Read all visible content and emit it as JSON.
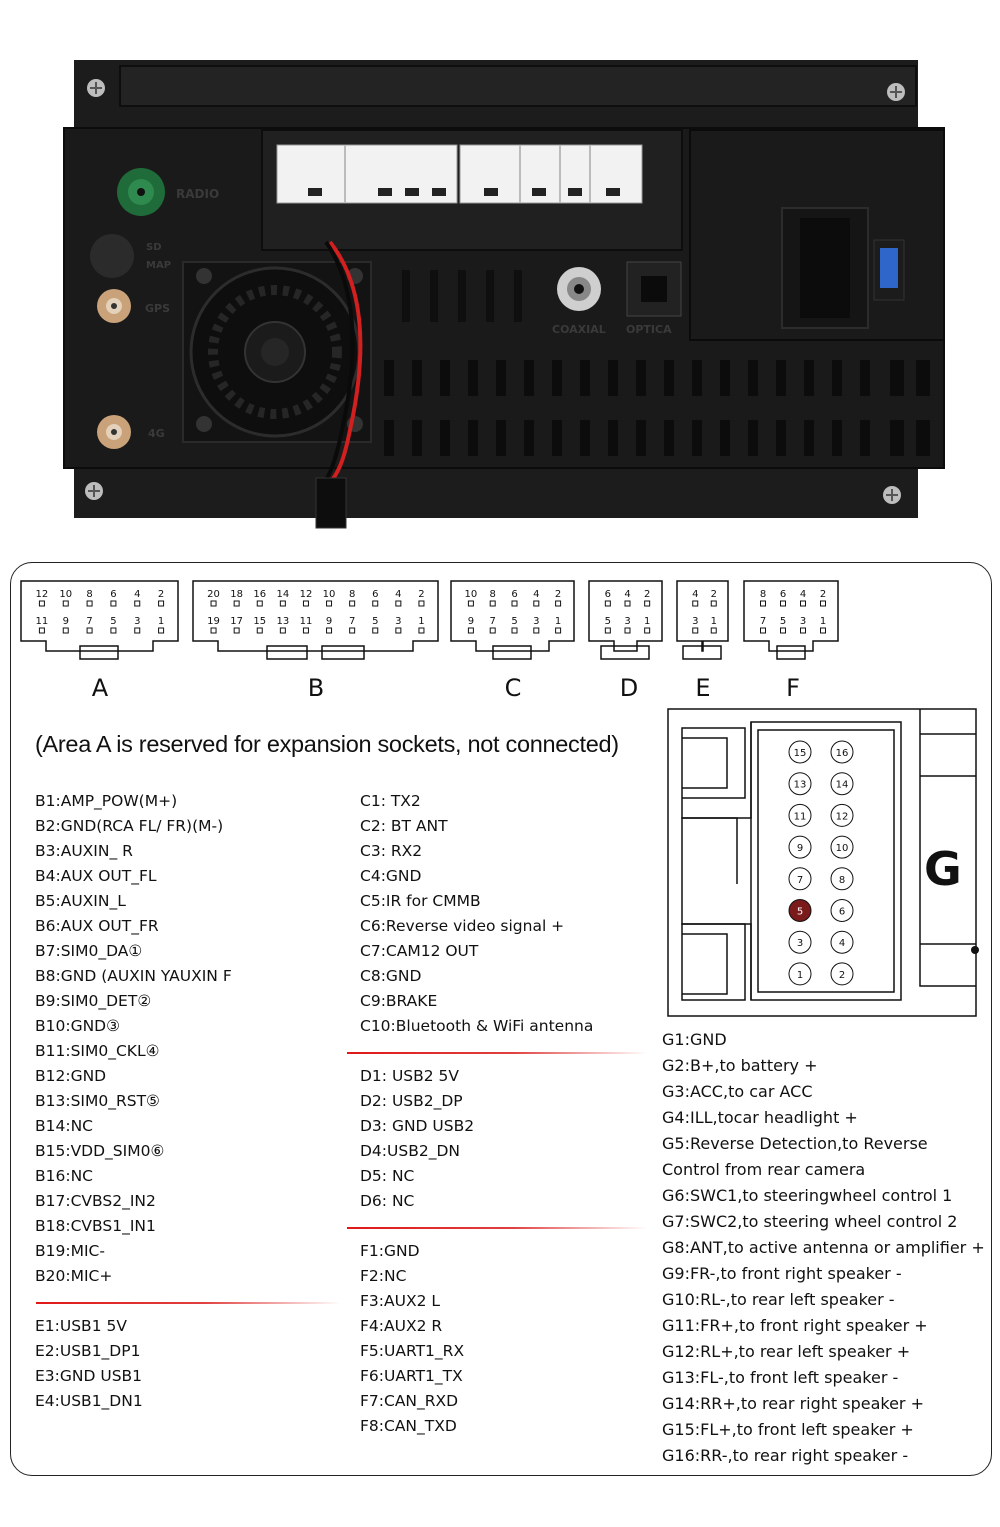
{
  "photo": {
    "labels": {
      "radio": "RADIO",
      "sd": "SD",
      "map": "MAP",
      "gps": "GPS",
      "4g": "4G",
      "coaxial": "COAXIAL",
      "optical": "OPTICA"
    },
    "colors": {
      "chassis": "#1b1b1b",
      "connector_white": "#f2f2f2",
      "antenna_green": "#1f6b3a",
      "wire_red": "#d21f1f",
      "fuse_blue": "#2f66c9"
    }
  },
  "connectors": [
    {
      "letter": "A",
      "top_pins": [
        "12",
        "10",
        "8",
        "6",
        "4",
        "2"
      ],
      "bottom_pins": [
        "11",
        "9",
        "7",
        "5",
        "3",
        "1"
      ]
    },
    {
      "letter": "B",
      "top_pins": [
        "20",
        "18",
        "16",
        "14",
        "12",
        "10",
        "8",
        "6",
        "4",
        "2"
      ],
      "bottom_pins": [
        "19",
        "17",
        "15",
        "13",
        "11",
        "9",
        "7",
        "5",
        "3",
        "1"
      ]
    },
    {
      "letter": "C",
      "top_pins": [
        "10",
        "8",
        "6",
        "4",
        "2"
      ],
      "bottom_pins": [
        "9",
        "7",
        "5",
        "3",
        "1"
      ]
    },
    {
      "letter": "D",
      "top_pins": [
        "6",
        "4",
        "2"
      ],
      "bottom_pins": [
        "5",
        "3",
        "1"
      ]
    },
    {
      "letter": "E",
      "top_pins": [
        "4",
        "2"
      ],
      "bottom_pins": [
        "3",
        "1"
      ]
    },
    {
      "letter": "F",
      "top_pins": [
        "8",
        "6",
        "4",
        "2"
      ],
      "bottom_pins": [
        "7",
        "5",
        "3",
        "1"
      ]
    }
  ],
  "note": "(Area A is reserved for expansion sockets, not connected)",
  "b_pins": [
    {
      "code": "B1",
      "desc": ":AMP_POW(M+)"
    },
    {
      "code": "B2",
      "desc": ":GND(RCA FL/ FR)(M-)"
    },
    {
      "code": "B3",
      "desc": ":AUXIN_ R"
    },
    {
      "code": "B4",
      "desc": ":AUX OUT_FL"
    },
    {
      "code": "B5",
      "desc": ":AUXIN_L"
    },
    {
      "code": "B6",
      "desc": ":AUX OUT_FR"
    },
    {
      "code": "B7",
      "desc": ":SIM0_DA①"
    },
    {
      "code": "B8",
      "desc": ":GND (AUXIN YAUXIN F"
    },
    {
      "code": "B9",
      "desc": ":SIM0_DET②"
    },
    {
      "code": "B10",
      "desc": ":GND③"
    },
    {
      "code": "B11",
      "desc": ":SIM0_CKL④"
    },
    {
      "code": "B12",
      "desc": ":GND"
    },
    {
      "code": "B13",
      "desc": ":SIM0_RST⑤"
    },
    {
      "code": "B14",
      "desc": ":NC"
    },
    {
      "code": "B15",
      "desc": ":VDD_SIM0⑥"
    },
    {
      "code": "B16",
      "desc": ":NC"
    },
    {
      "code": "B17",
      "desc": ":CVBS2_IN2"
    },
    {
      "code": "B18",
      "desc": ":CVBS1_IN1"
    },
    {
      "code": "B19",
      "desc": ":MIC-"
    },
    {
      "code": "B20",
      "desc": ":MIC+"
    }
  ],
  "e_pins": [
    {
      "code": "E1",
      "desc": ":USB1 5V"
    },
    {
      "code": "E2",
      "desc": ":USB1_DP1"
    },
    {
      "code": "E3",
      "desc": ":GND USB1"
    },
    {
      "code": "E4",
      "desc": ":USB1_DN1"
    }
  ],
  "c_pins": [
    {
      "code": "C1",
      "desc": ": TX2"
    },
    {
      "code": "C2",
      "desc": ": BT ANT"
    },
    {
      "code": "C3",
      "desc": ": RX2"
    },
    {
      "code": "C4",
      "desc": ":GND"
    },
    {
      "code": "C5",
      "desc": ":IR for CMMB"
    },
    {
      "code": "C6",
      "desc": ":Reverse video signal +"
    },
    {
      "code": "C7",
      "desc": ":CAM12 OUT"
    },
    {
      "code": "C8",
      "desc": ":GND"
    },
    {
      "code": "C9",
      "desc": ":BRAKE"
    },
    {
      "code": "C10",
      "desc": ":Bluetooth & WiFi antenna"
    }
  ],
  "d_pins": [
    {
      "code": "D1",
      "desc": ": USB2 5V"
    },
    {
      "code": "D2",
      "desc": ": USB2_DP"
    },
    {
      "code": "D3",
      "desc": ": GND USB2"
    },
    {
      "code": "D4",
      "desc": ":USB2_DN"
    },
    {
      "code": "D5",
      "desc": ": NC"
    },
    {
      "code": "D6",
      "desc": ": NC"
    }
  ],
  "f_pins": [
    {
      "code": "F1",
      "desc": ":GND"
    },
    {
      "code": "F2",
      "desc": ":NC"
    },
    {
      "code": "F3",
      "desc": ":AUX2 L"
    },
    {
      "code": "F4",
      "desc": ":AUX2 R"
    },
    {
      "code": "F5",
      "desc": ":UART1_RX"
    },
    {
      "code": "F6",
      "desc": ":UART1_TX"
    },
    {
      "code": "F7",
      "desc": ":CAN_RXD"
    },
    {
      "code": "F8",
      "desc": ":CAN_TXD"
    }
  ],
  "g_connector": {
    "letter": "G",
    "pin_rows": [
      [
        "15",
        "16"
      ],
      [
        "13",
        "14"
      ],
      [
        "11",
        "12"
      ],
      [
        "9",
        "10"
      ],
      [
        "7",
        "8"
      ],
      [
        "5",
        "6"
      ],
      [
        "3",
        "4"
      ],
      [
        "1",
        "2"
      ]
    ],
    "highlighted_pin": "5",
    "highlight_color": "#7a1a1a"
  },
  "g_pins": [
    {
      "code": "G1",
      "desc": ":GND"
    },
    {
      "code": "G2",
      "desc": ":B+,to battery +"
    },
    {
      "code": "G3",
      "desc": ":ACC,to car ACC"
    },
    {
      "code": "G4",
      "desc": ":ILL,tocar headlight +"
    },
    {
      "code": "G5",
      "desc": ":Reverse Detection,to Reverse"
    },
    {
      "code": "",
      "desc": "Control from rear camera"
    },
    {
      "code": "G6",
      "desc": ":SWC1,to steeringwheel control 1"
    },
    {
      "code": "G7",
      "desc": ":SWC2,to steering wheel control 2"
    },
    {
      "code": "G8",
      "desc": ":ANT,to active antenna or amplifier +"
    },
    {
      "code": "G9",
      "desc": ":FR-,to front right speaker -"
    },
    {
      "code": "G10",
      "desc": ":RL-,to rear left speaker -"
    },
    {
      "code": "G11",
      "desc": ":FR+,to front right speaker +"
    },
    {
      "code": "G12",
      "desc": ":RL+,to rear left speaker +"
    },
    {
      "code": "G13",
      "desc": ":FL-,to front left speaker -"
    },
    {
      "code": "G14",
      "desc": ":RR+,to rear right speaker +"
    },
    {
      "code": "G15",
      "desc": ":FL+,to front left speaker +"
    },
    {
      "code": "G16",
      "desc": ":RR-,to rear right speaker -"
    }
  ],
  "divider_color": "#e01818"
}
